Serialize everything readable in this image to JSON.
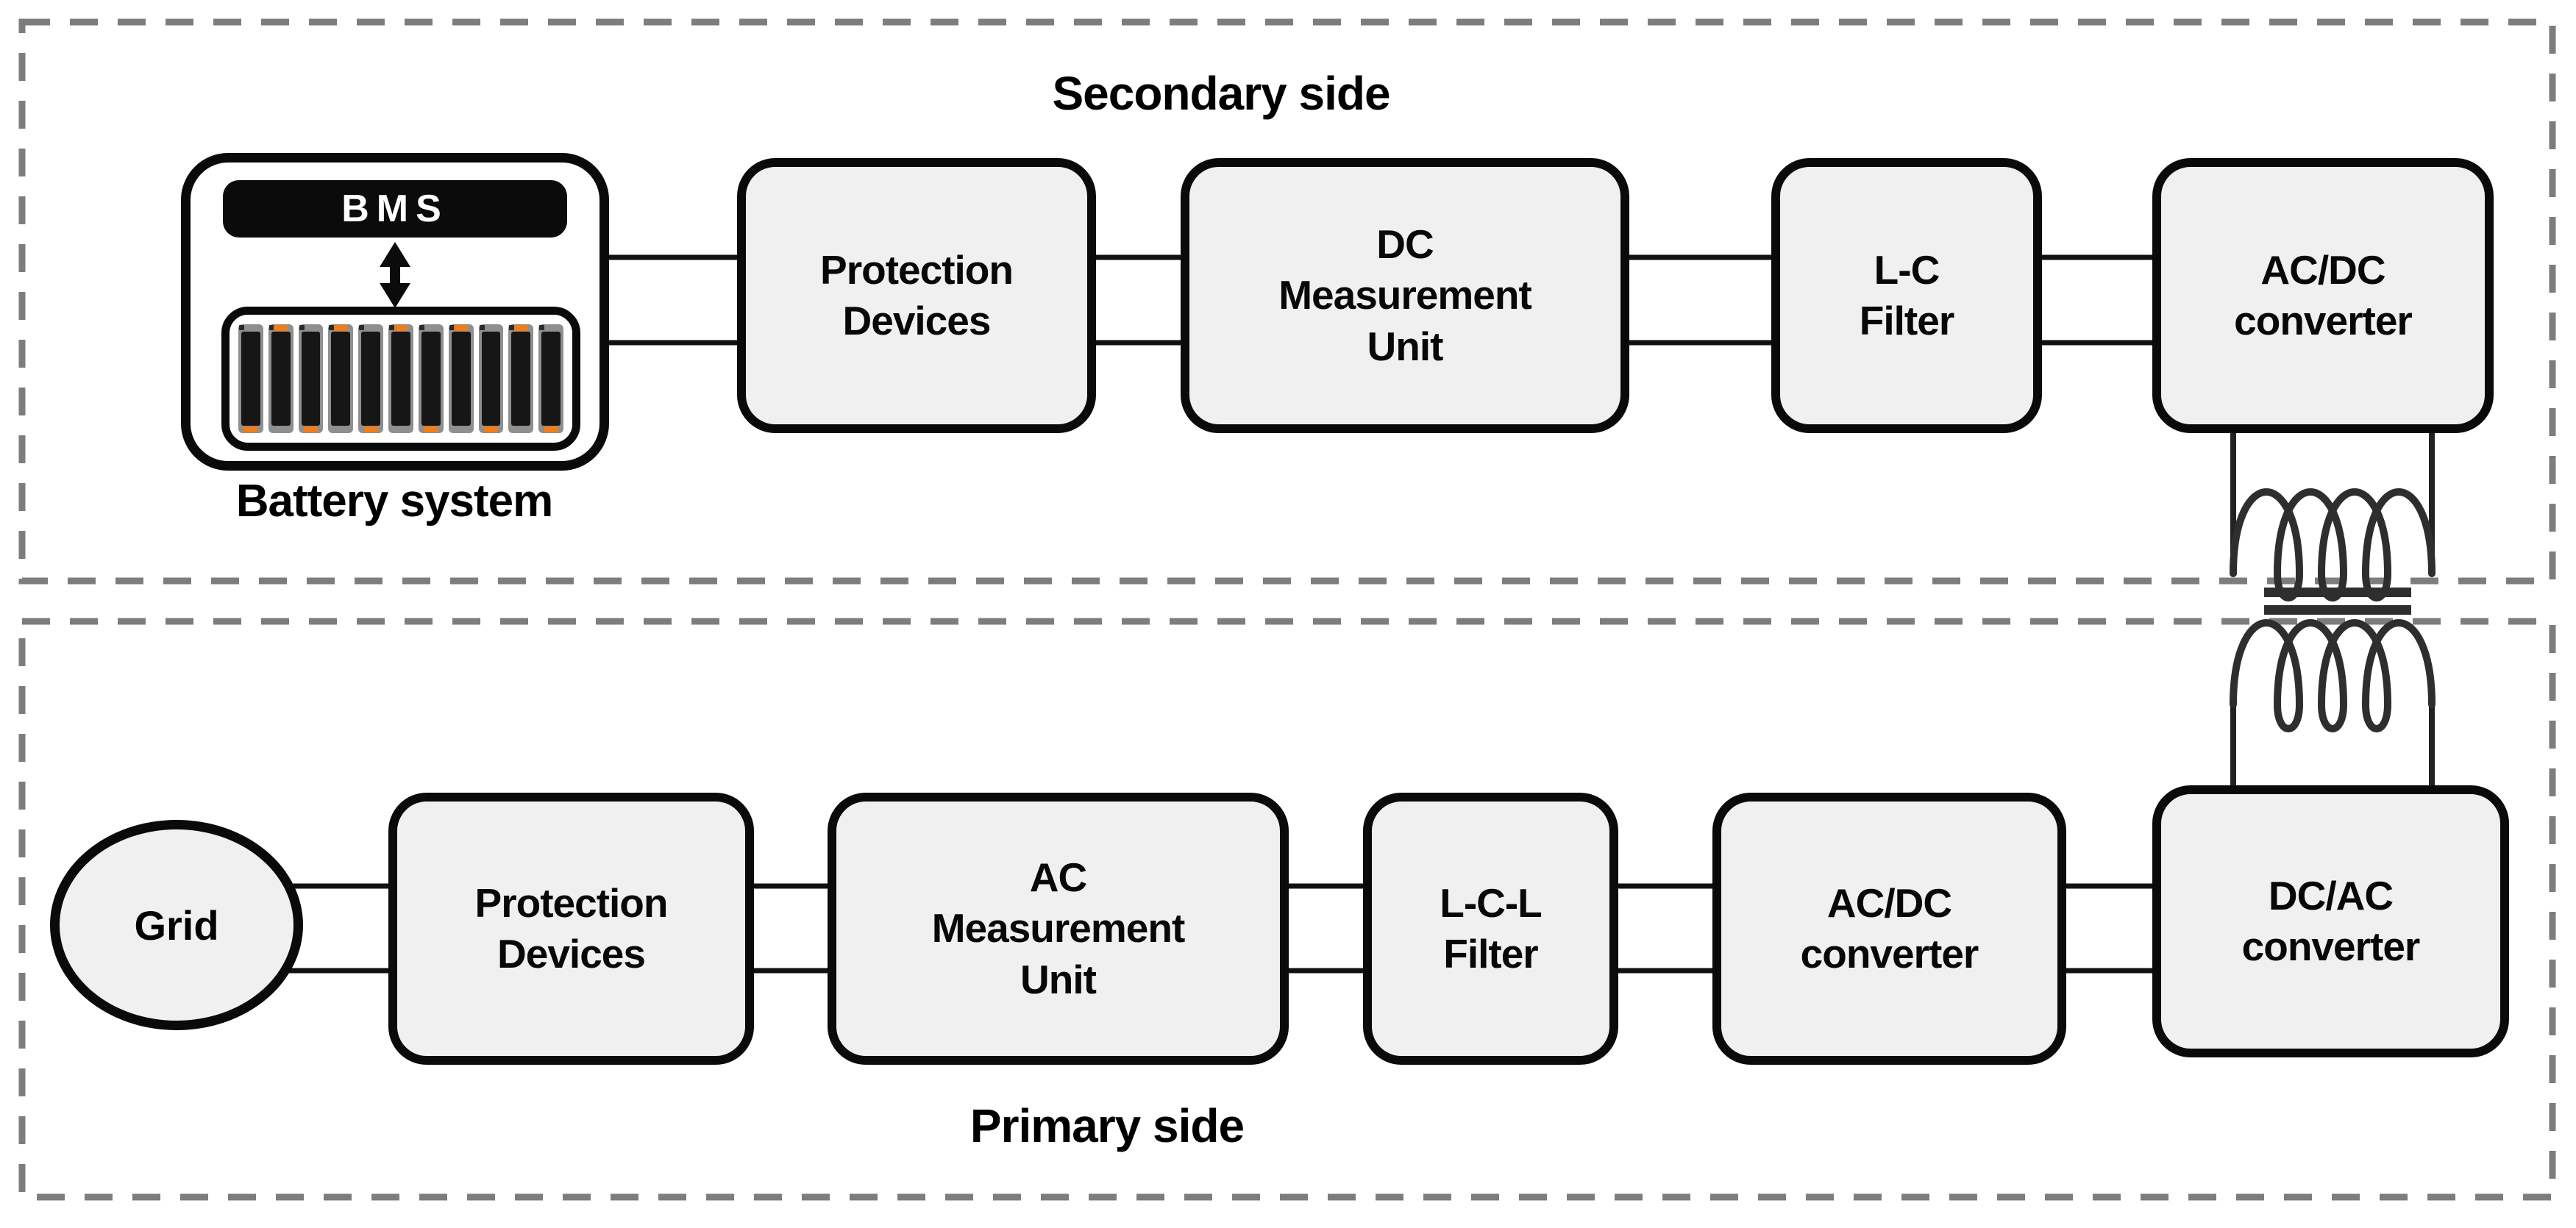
{
  "colors": {
    "block_fill": "#f0f0f0",
    "block_border": "#0a0a0a",
    "dashed_border": "#7d7d7d",
    "connector_line": "#111111",
    "coil": "#2e2e2e",
    "bms_background": "#0b0b0b",
    "bms_text": "#ffffff",
    "battery_cell_body": "#161616",
    "battery_cell_frame": "#8f8f8f",
    "battery_cell_tab": "#ef7d1a"
  },
  "secondary": {
    "title": "Secondary side",
    "battery": {
      "bms_label": "BMS",
      "caption": "Battery system",
      "cell_count": 11
    },
    "blocks": [
      {
        "label": "Protection\nDevices"
      },
      {
        "label": "DC\nMeasurement\nUnit"
      },
      {
        "label": "L-C\nFilter"
      },
      {
        "label": "AC/DC\nconverter"
      }
    ]
  },
  "primary": {
    "title": "Primary side",
    "grid": {
      "label": "Grid"
    },
    "blocks": [
      {
        "label": "Protection\nDevices"
      },
      {
        "label": "AC\nMeasurement\nUnit"
      },
      {
        "label": "L-C-L\nFilter"
      },
      {
        "label": "AC/DC\nconverter"
      },
      {
        "label": "DC/AC\nconverter"
      }
    ]
  }
}
